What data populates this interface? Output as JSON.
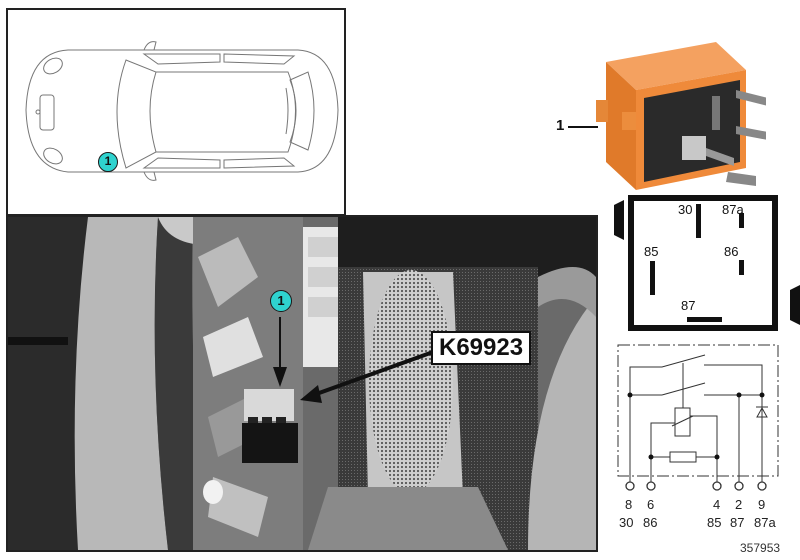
{
  "car_locator": {
    "callout": "1",
    "callout_color": "#2fd3cf"
  },
  "photo": {
    "callout": "1",
    "part_label": "K69923"
  },
  "part_image": {
    "item_number": "1",
    "relay_color": "#ef8a3a"
  },
  "pinout": {
    "pins": [
      {
        "label": "30"
      },
      {
        "label": "87a"
      },
      {
        "label": "85"
      },
      {
        "label": "86"
      },
      {
        "label": "87"
      }
    ]
  },
  "schematic": {
    "terminals": [
      {
        "pin": "8",
        "name": "30"
      },
      {
        "pin": "6",
        "name": "86"
      },
      {
        "pin": "4",
        "name": "85"
      },
      {
        "pin": "2",
        "name": "87"
      },
      {
        "pin": "9",
        "name": "87a"
      }
    ]
  },
  "diagram_id": "357953"
}
